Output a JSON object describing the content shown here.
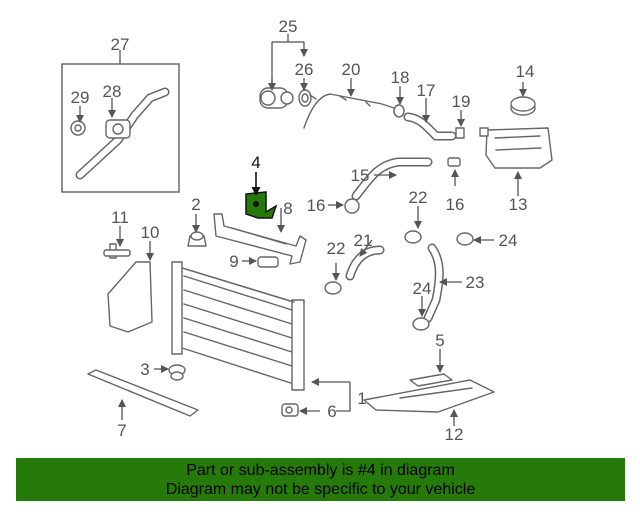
{
  "callouts": {
    "c1": "1",
    "c2": "2",
    "c3": "3",
    "c4": "4",
    "c5": "5",
    "c6": "6",
    "c7": "7",
    "c8": "8",
    "c9": "9",
    "c10": "10",
    "c11": "11",
    "c12": "12",
    "c13": "13",
    "c14": "14",
    "c15": "15",
    "c16a": "16",
    "c16b": "16",
    "c17": "17",
    "c18": "18",
    "c19": "19",
    "c20": "20",
    "c21": "21",
    "c22a": "22",
    "c22b": "22",
    "c23": "23",
    "c24a": "24",
    "c24b": "24",
    "c25": "25",
    "c26": "26",
    "c27": "27",
    "c28": "28",
    "c29": "29"
  },
  "highlight": {
    "part_number": "4",
    "color": "#267a0a"
  },
  "banner": {
    "line1": "Part or sub-assembly is #4 in diagram",
    "line2": "Diagram may not be specific to your vehicle",
    "color": "#267a0a"
  }
}
